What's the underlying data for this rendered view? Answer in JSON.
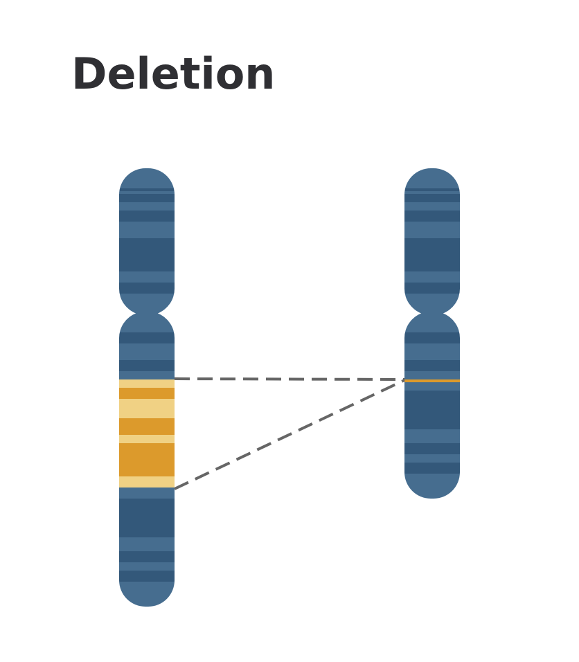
{
  "title": "Deletion",
  "colors": {
    "band_light": "#466d8f",
    "band_dark": "#33587a",
    "deleted_orange": "#dc9a2c",
    "deleted_yellow": "#f0d184",
    "dashed_line": "#666666",
    "title": "#2f2f33"
  },
  "chromosomes": [
    {
      "name": "original-chromosome",
      "has_deleted_segment": true
    },
    {
      "name": "deleted-chromosome",
      "has_deleted_segment": false
    }
  ]
}
